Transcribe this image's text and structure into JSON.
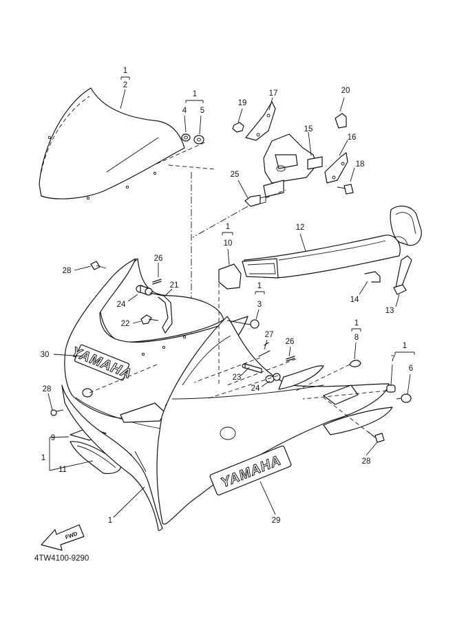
{
  "diagram_code": "4TW4100-9290",
  "brand_text": "YAMAHA",
  "fwd_label": "FWD",
  "callouts": {
    "c1a": "1",
    "c2": "2",
    "c1b": "1",
    "c4": "4",
    "c5": "5",
    "c17": "17",
    "c19": "19",
    "c20": "20",
    "c15": "15",
    "c16": "16",
    "c18": "18",
    "c25": "25",
    "c1c": "1",
    "c10": "10",
    "c12": "12",
    "c28a": "28",
    "c26a": "26",
    "c21": "21",
    "c24a": "24",
    "c22": "22",
    "c1d": "1",
    "c3": "3",
    "c14": "14",
    "c13": "13",
    "c27": "27",
    "c1e": "1",
    "c8": "8",
    "c1f": "1",
    "c30": "30",
    "c26b": "26",
    "c7": "7",
    "c6": "6",
    "c23": "23",
    "c24b": "24",
    "c28b": "28",
    "c9": "9",
    "c1g": "1",
    "c11": "11",
    "c28c": "28",
    "c1h": "1",
    "c29": "29"
  }
}
